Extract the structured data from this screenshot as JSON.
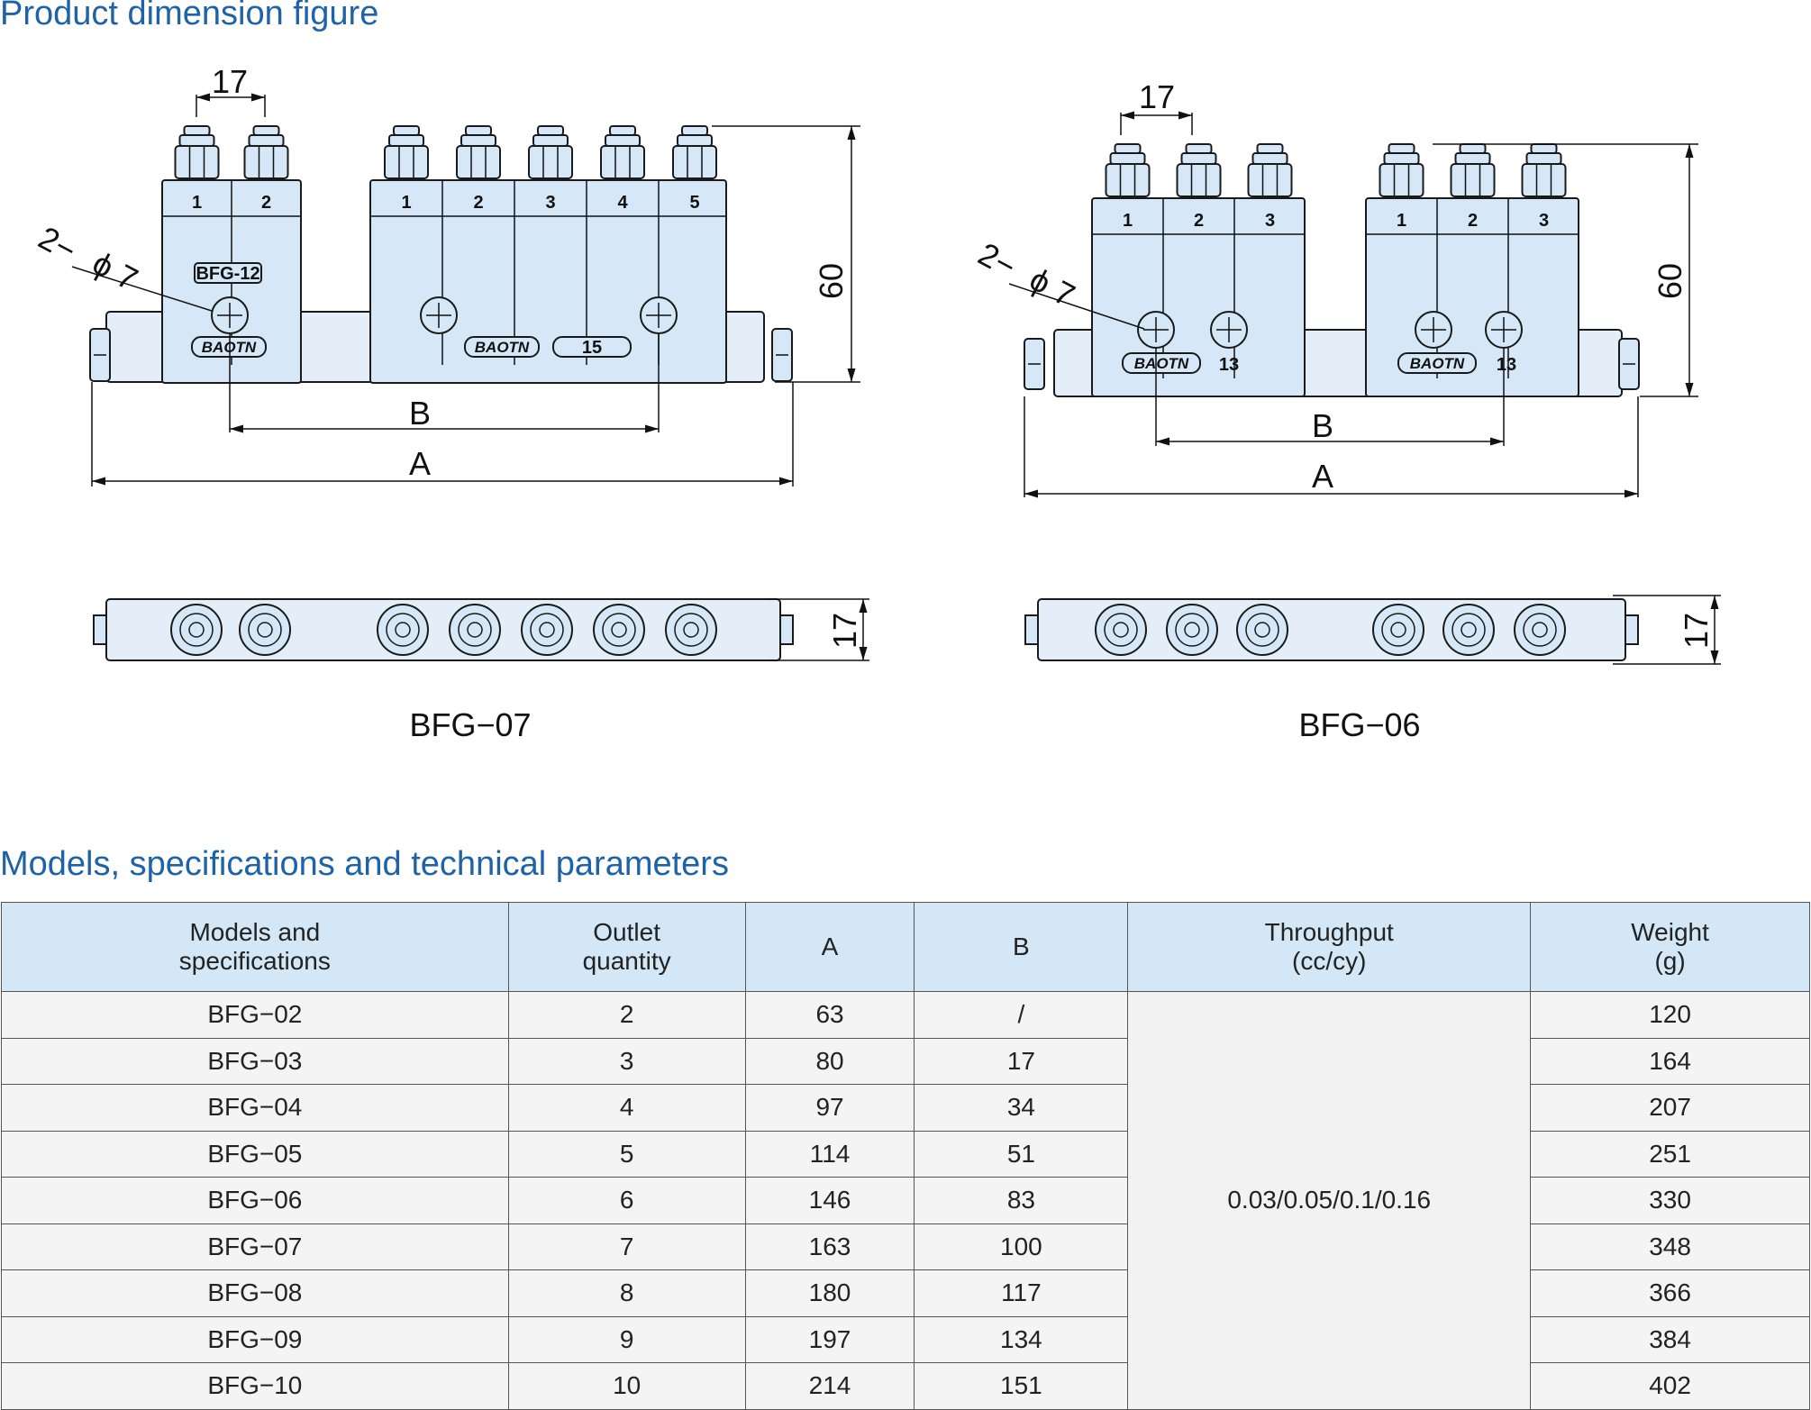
{
  "section1_title": "Product dimension figure",
  "section2_title": "Models, specifications and technical parameters",
  "figure_left": {
    "caption": "BFG−07",
    "dim_pitch": "17",
    "dim_height": "60",
    "dim_depth": "17",
    "dim_A": "A",
    "dim_B": "B",
    "hole_note_1": "2−",
    "hole_note_2": "ϕ 7",
    "tag_block": "BFG-12",
    "brand": "BAOTN",
    "block_number": "15",
    "outlets_group1": [
      "1",
      "2"
    ],
    "outlets_group2": [
      "1",
      "2",
      "3",
      "4",
      "5"
    ]
  },
  "figure_right": {
    "caption": "BFG−06",
    "dim_pitch": "17",
    "dim_height": "60",
    "dim_depth": "17",
    "dim_A": "A",
    "dim_B": "B",
    "hole_note_1": "2−",
    "hole_note_2": "ϕ 7",
    "brand": "BAOTN",
    "block_number": "13",
    "outlets_group1": [
      "1",
      "2",
      "3"
    ],
    "outlets_group2": [
      "1",
      "2",
      "3"
    ]
  },
  "table": {
    "headers": {
      "model_1": "Models and",
      "model_2": "specifications",
      "outlet_1": "Outlet",
      "outlet_2": "quantity",
      "a": "A",
      "b": "B",
      "throughput_1": "Throughput",
      "throughput_2": "(cc/cy)",
      "weight_1": "Weight",
      "weight_2": "(g)"
    },
    "throughput": "0.03/0.05/0.1/0.16",
    "rows": [
      {
        "model": "BFG−02",
        "outlets": "2",
        "a": "63",
        "b": "/",
        "weight": "120"
      },
      {
        "model": "BFG−03",
        "outlets": "3",
        "a": "80",
        "b": "17",
        "weight": "164"
      },
      {
        "model": "BFG−04",
        "outlets": "4",
        "a": "97",
        "b": "34",
        "weight": "207"
      },
      {
        "model": "BFG−05",
        "outlets": "5",
        "a": "114",
        "b": "51",
        "weight": "251"
      },
      {
        "model": "BFG−06",
        "outlets": "6",
        "a": "146",
        "b": "83",
        "weight": "330"
      },
      {
        "model": "BFG−07",
        "outlets": "7",
        "a": "163",
        "b": "100",
        "weight": "348"
      },
      {
        "model": "BFG−08",
        "outlets": "8",
        "a": "180",
        "b": "117",
        "weight": "366"
      },
      {
        "model": "BFG−09",
        "outlets": "9",
        "a": "197",
        "b": "134",
        "weight": "384"
      },
      {
        "model": "BFG−10",
        "outlets": "10",
        "a": "214",
        "b": "151",
        "weight": "402"
      }
    ]
  },
  "colors": {
    "title": "#1e63a8",
    "part_fill": "#d6e8f7",
    "header_fill": "#d3e7f7"
  }
}
